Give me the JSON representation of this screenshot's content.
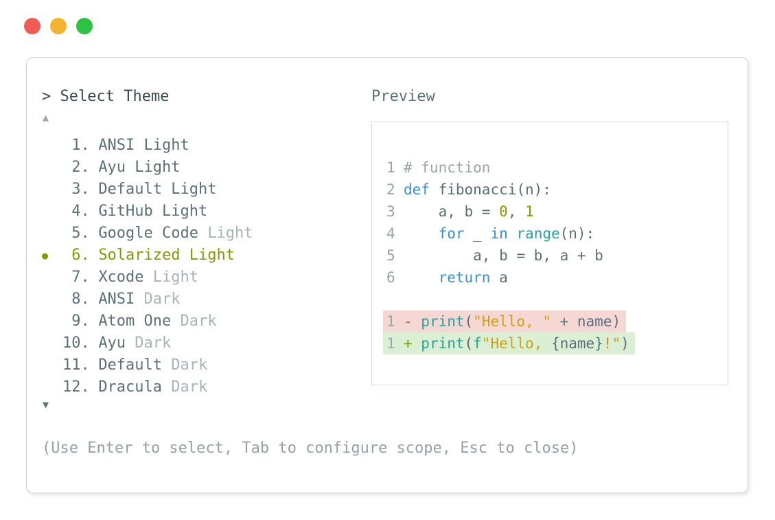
{
  "window": {
    "traffic_lights": {
      "close_color": "#f05c54",
      "minimize_color": "#f3b52f",
      "maximize_color": "#2ec245"
    }
  },
  "dialog": {
    "prompt": "> Select Theme",
    "scroll_up_indicator": "▲",
    "scroll_down_indicator": "▼",
    "footer_hint": "(Use Enter to select, Tab to configure scope, Esc to close)"
  },
  "theme_list": {
    "selected_item": "Solarized Light",
    "selected_bullet": "●",
    "selected_color": "#859900",
    "items": [
      {
        "number": "1.",
        "name": "ANSI Light",
        "variant": ""
      },
      {
        "number": "2.",
        "name": "Ayu Light",
        "variant": ""
      },
      {
        "number": "3.",
        "name": "Default Light",
        "variant": ""
      },
      {
        "number": "4.",
        "name": "GitHub Light",
        "variant": ""
      },
      {
        "number": "5.",
        "name": "Google Code",
        "variant": " Light"
      },
      {
        "number": "6.",
        "name": "Solarized Light",
        "variant": ""
      },
      {
        "number": "7.",
        "name": "Xcode",
        "variant": " Light"
      },
      {
        "number": "8.",
        "name": "ANSI",
        "variant": " Dark"
      },
      {
        "number": "9.",
        "name": "Atom One",
        "variant": " Dark"
      },
      {
        "number": "10.",
        "name": "Ayu",
        "variant": " Dark"
      },
      {
        "number": "11.",
        "name": "Default",
        "variant": " Dark"
      },
      {
        "number": "12.",
        "name": "Dracula",
        "variant": " Dark"
      }
    ]
  },
  "preview": {
    "title": "Preview",
    "code_lines": [
      {
        "num": "1",
        "tokens": [
          "# function"
        ]
      },
      {
        "num": "2",
        "tokens": [
          "def",
          " fibonacci(n):"
        ]
      },
      {
        "num": "3",
        "tokens": [
          "    a, b = ",
          "0",
          ", ",
          "1"
        ]
      },
      {
        "num": "4",
        "tokens": [
          "    ",
          "for",
          " _ ",
          "in",
          " ",
          "range",
          "(n):"
        ]
      },
      {
        "num": "5",
        "tokens": [
          "        a, b = b, a + b"
        ]
      },
      {
        "num": "6",
        "tokens": [
          "    ",
          "return",
          " a"
        ]
      }
    ],
    "diff_lines": [
      {
        "num": "1",
        "sign": "- ",
        "tokens": [
          "print",
          "(",
          "\"Hello, \"",
          " + name)"
        ]
      },
      {
        "num": "1",
        "sign": "+ ",
        "tokens": [
          "print",
          "(",
          "f",
          "\"Hello, ",
          "{name}",
          "!",
          "\"",
          ")"
        ]
      }
    ]
  },
  "colors": {
    "panel_border": "#ccd4d5",
    "list_text": "#5c7077",
    "list_dim_text": "#a7b4b8",
    "code_base": "#5a6e75",
    "code_comment": "#98a6aa",
    "code_keyword_blue": "#3a8fd3",
    "code_green": "#859900",
    "code_cyan": "#2aa198",
    "code_yellow": "#cfa018",
    "code_orange": "#dd7d20",
    "code_red": "#e0524a",
    "diff_removed_bg": "#f5d7d3",
    "diff_added_bg": "#daefd4"
  }
}
